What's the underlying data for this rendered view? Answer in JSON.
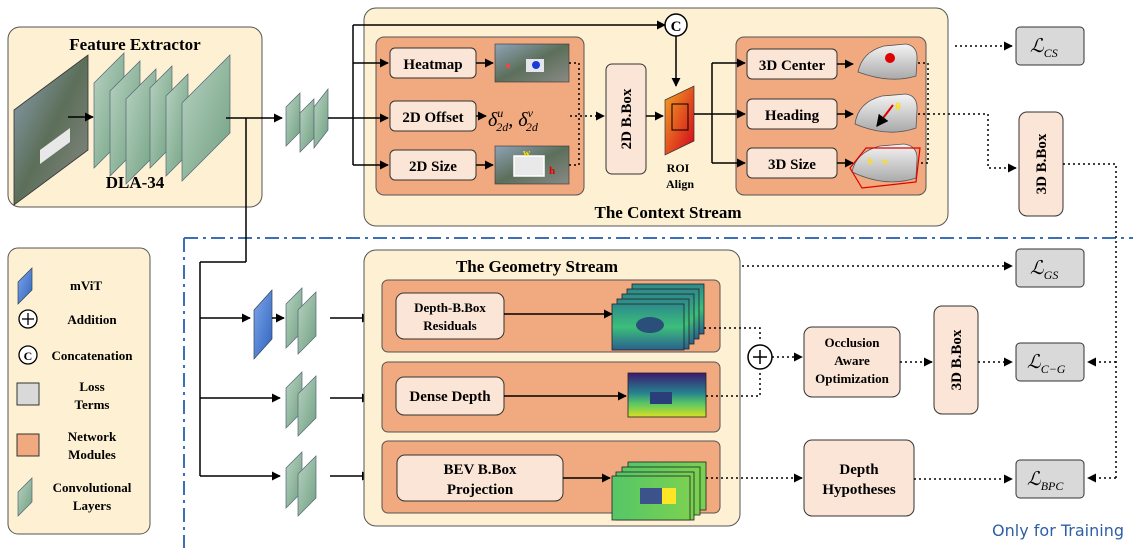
{
  "feature_extractor": {
    "title": "Feature Extractor",
    "backbone": "DLA-34"
  },
  "context_stream": {
    "title": "The Context Stream",
    "heads_2d": [
      "Heatmap",
      "2D Offset",
      "2D Size"
    ],
    "offset_symbol": "δ",
    "offset_sub": "2d",
    "offset_u": "u",
    "offset_v": "v",
    "bbox_2d": "2D B.Box",
    "roi_align": [
      "ROI",
      "Align"
    ],
    "heads_3d": [
      "3D Center",
      "Heading",
      "3D Size"
    ],
    "concat_symbol": "C",
    "size_img_labels": {
      "w": "w",
      "h": "h"
    },
    "heading_img_label": "θ"
  },
  "geometry_stream": {
    "title": "The Geometry Stream",
    "branches": [
      [
        "Depth-B.Box",
        "Residuals"
      ],
      [
        "Dense Depth"
      ],
      [
        "BEV B.Box",
        "Projection"
      ]
    ]
  },
  "fusion": {
    "addition_symbol": "+",
    "occlusion": [
      "Occlusion",
      "Aware",
      "Optimization"
    ],
    "bbox_3d_vertical": "3D B.Box",
    "depth_hypotheses": [
      "Depth",
      "Hypotheses"
    ],
    "bbox_3d_context": "3D B.Box"
  },
  "losses": [
    {
      "letter": "ℒ",
      "sub": "CS"
    },
    {
      "letter": "ℒ",
      "sub": "GS"
    },
    {
      "letter": "ℒ",
      "sub": "C−G"
    },
    {
      "letter": "ℒ",
      "sub": "BPC"
    }
  ],
  "legend": [
    {
      "label": [
        "mViT"
      ],
      "icon": "mvit-icon"
    },
    {
      "label": [
        "Addition"
      ],
      "icon": "addition-icon"
    },
    {
      "label": [
        "Concatenation"
      ],
      "icon": "concatenation-icon"
    },
    {
      "label": [
        "Loss",
        "Terms"
      ],
      "icon": "loss-swatch"
    },
    {
      "label": [
        "Network",
        "Modules"
      ],
      "icon": "module-swatch"
    },
    {
      "label": [
        "Convolutional",
        "Layers"
      ],
      "icon": "conv-icon"
    }
  ],
  "training_note": "Only for Training",
  "colors": {
    "panel_fill": "#fdf0d3",
    "module_fill": "#f1a97f",
    "box_fill": "#fbe5d6",
    "loss_fill": "#d9d9d9",
    "conv_green": "#8fb39b",
    "mvit_blue": "#4a7fd0",
    "dashed_line": "#3c6fb5"
  }
}
